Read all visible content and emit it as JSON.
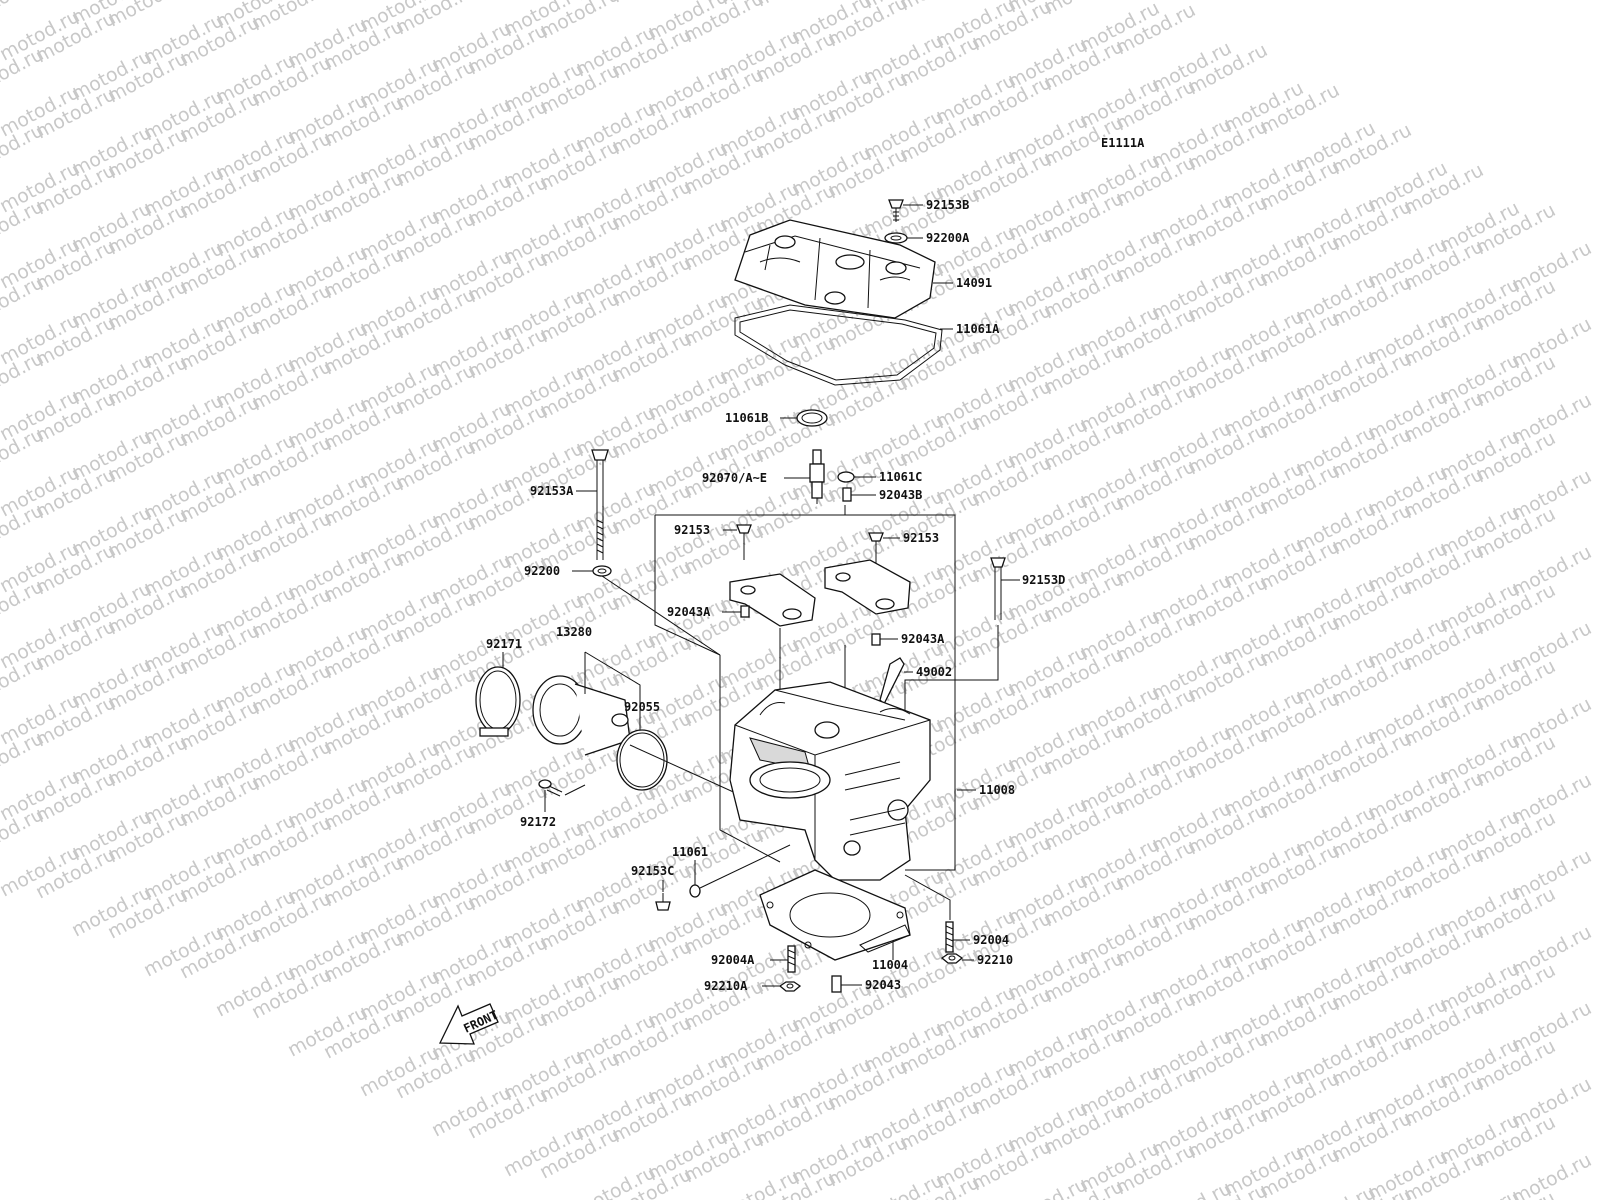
{
  "watermark": {
    "text": "motod.ru"
  },
  "diagram": {
    "code": "E1111A",
    "front_label": "FRONT",
    "callouts": {
      "p92153B": "92153B",
      "p92200A": "92200A",
      "p14091": "14091",
      "p11061A": "11061A",
      "p11061B": "11061B",
      "p92070": "92070/A~E",
      "p11061C": "11061C",
      "p92043B": "92043B",
      "p92153A": "92153A",
      "p92153_left": "92153",
      "p92153_right": "92153",
      "p92153D": "92153D",
      "p92200": "92200",
      "p92043A_left": "92043A",
      "p92043A_right": "92043A",
      "p92171": "92171",
      "p13280": "13280",
      "p49002": "49002",
      "p92055": "92055",
      "p11008": "11008",
      "p92172": "92172",
      "p11061": "11061",
      "p92153C": "92153C",
      "p92004": "92004",
      "p92004A": "92004A",
      "p11004": "11004",
      "p92210": "92210",
      "p92210A": "92210A",
      "p92043": "92043"
    }
  }
}
